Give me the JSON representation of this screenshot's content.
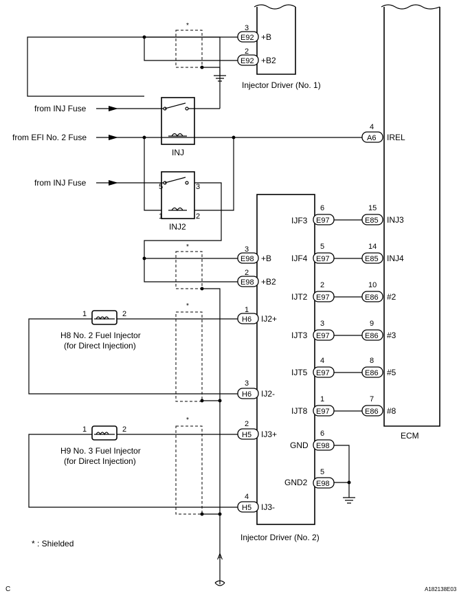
{
  "footer": {
    "left": "C",
    "right": "A182138E03"
  },
  "legend": {
    "shielded": "* : Shielded"
  },
  "bottom_label": "A",
  "labels": {
    "injector_driver_1": "Injector Driver (No. 1)",
    "injector_driver_2": "Injector Driver (No. 2)",
    "ecm": "ECM",
    "inj_relay": "INJ",
    "inj2_relay": "INJ2",
    "h8_line1": "H8 No. 2 Fuel Injector",
    "h8_line2": "(for Direct Injection)",
    "h9_line1": "H9 No. 3 Fuel Injector",
    "h9_line2": "(for Direct Injection)"
  },
  "sources": {
    "inj_fuse_1": "from INJ Fuse",
    "efi_fuse": "from EFI No. 2 Fuse",
    "inj_fuse_2": "from INJ Fuse"
  },
  "star": "*",
  "relay_pins": {
    "inj2_5": "5",
    "inj2_3": "3",
    "inj2_1": "1",
    "inj2_2": "2"
  },
  "driver1_pins": [
    {
      "pin": "3",
      "conn": "E92",
      "name": "+B"
    },
    {
      "pin": "2",
      "conn": "E92",
      "name": "+B2"
    }
  ],
  "ecm_irel": {
    "pin": "4",
    "conn": "A6",
    "name": "IREL"
  },
  "driver2_left_pins": [
    {
      "pin": "3",
      "conn": "E98",
      "name": "+B"
    },
    {
      "pin": "2",
      "conn": "E98",
      "name": "+B2"
    },
    {
      "pin": "1",
      "conn": "H6",
      "name": "IJ2+"
    },
    {
      "pin": "3",
      "conn": "H6",
      "name": "IJ2-"
    },
    {
      "pin": "2",
      "conn": "H5",
      "name": "IJ3+"
    },
    {
      "pin": "4",
      "conn": "H5",
      "name": "IJ3-"
    }
  ],
  "injector_pins": {
    "h8_1": "1",
    "h8_2": "2",
    "h9_1": "1",
    "h9_2": "2"
  },
  "driver2_right_pins": [
    {
      "name": "IJF3",
      "pin": "6",
      "conn": "E97",
      "ecm_pin": "15",
      "ecm_conn": "E85",
      "ecm_name": "INJ3"
    },
    {
      "name": "IJF4",
      "pin": "5",
      "conn": "E97",
      "ecm_pin": "14",
      "ecm_conn": "E85",
      "ecm_name": "INJ4"
    },
    {
      "name": "IJT2",
      "pin": "2",
      "conn": "E97",
      "ecm_pin": "10",
      "ecm_conn": "E86",
      "ecm_name": "#2"
    },
    {
      "name": "IJT3",
      "pin": "3",
      "conn": "E97",
      "ecm_pin": "9",
      "ecm_conn": "E86",
      "ecm_name": "#3"
    },
    {
      "name": "IJT5",
      "pin": "4",
      "conn": "E97",
      "ecm_pin": "8",
      "ecm_conn": "E86",
      "ecm_name": "#5"
    },
    {
      "name": "IJT8",
      "pin": "1",
      "conn": "E97",
      "ecm_pin": "7",
      "ecm_conn": "E86",
      "ecm_name": "#8"
    }
  ],
  "ground_pins": [
    {
      "name": "GND",
      "pin": "6",
      "conn": "E98"
    },
    {
      "name": "GND2",
      "pin": "5",
      "conn": "E98"
    }
  ]
}
